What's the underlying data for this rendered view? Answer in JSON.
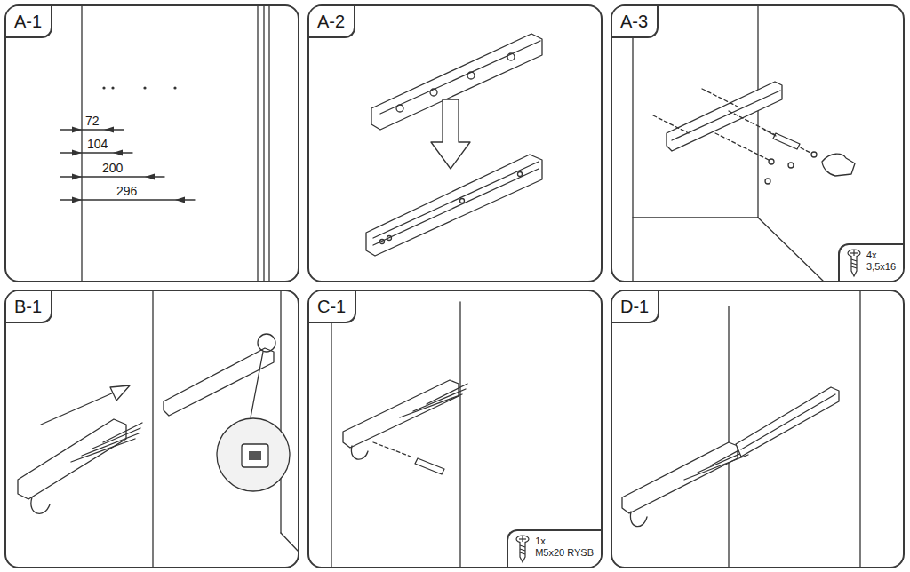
{
  "diagram": {
    "nodes": [
      {
        "text": [
          "A-1"
        ]
      },
      {
        "text": [
          "A-2"
        ]
      },
      {
        "text": [
          "A-3"
        ]
      },
      {
        "text": [
          "4x",
          "3,5x16"
        ],
        "in": 2
      },
      {
        "text": [
          "B-1"
        ]
      },
      {
        "text": [
          "C-1"
        ]
      },
      {
        "text": [
          "1x",
          "M5x20 RYSB"
        ],
        "in": 5
      },
      {
        "text": [
          "D-1"
        ]
      }
    ],
    "labels": [
      "72",
      "104",
      "200",
      "296"
    ]
  }
}
